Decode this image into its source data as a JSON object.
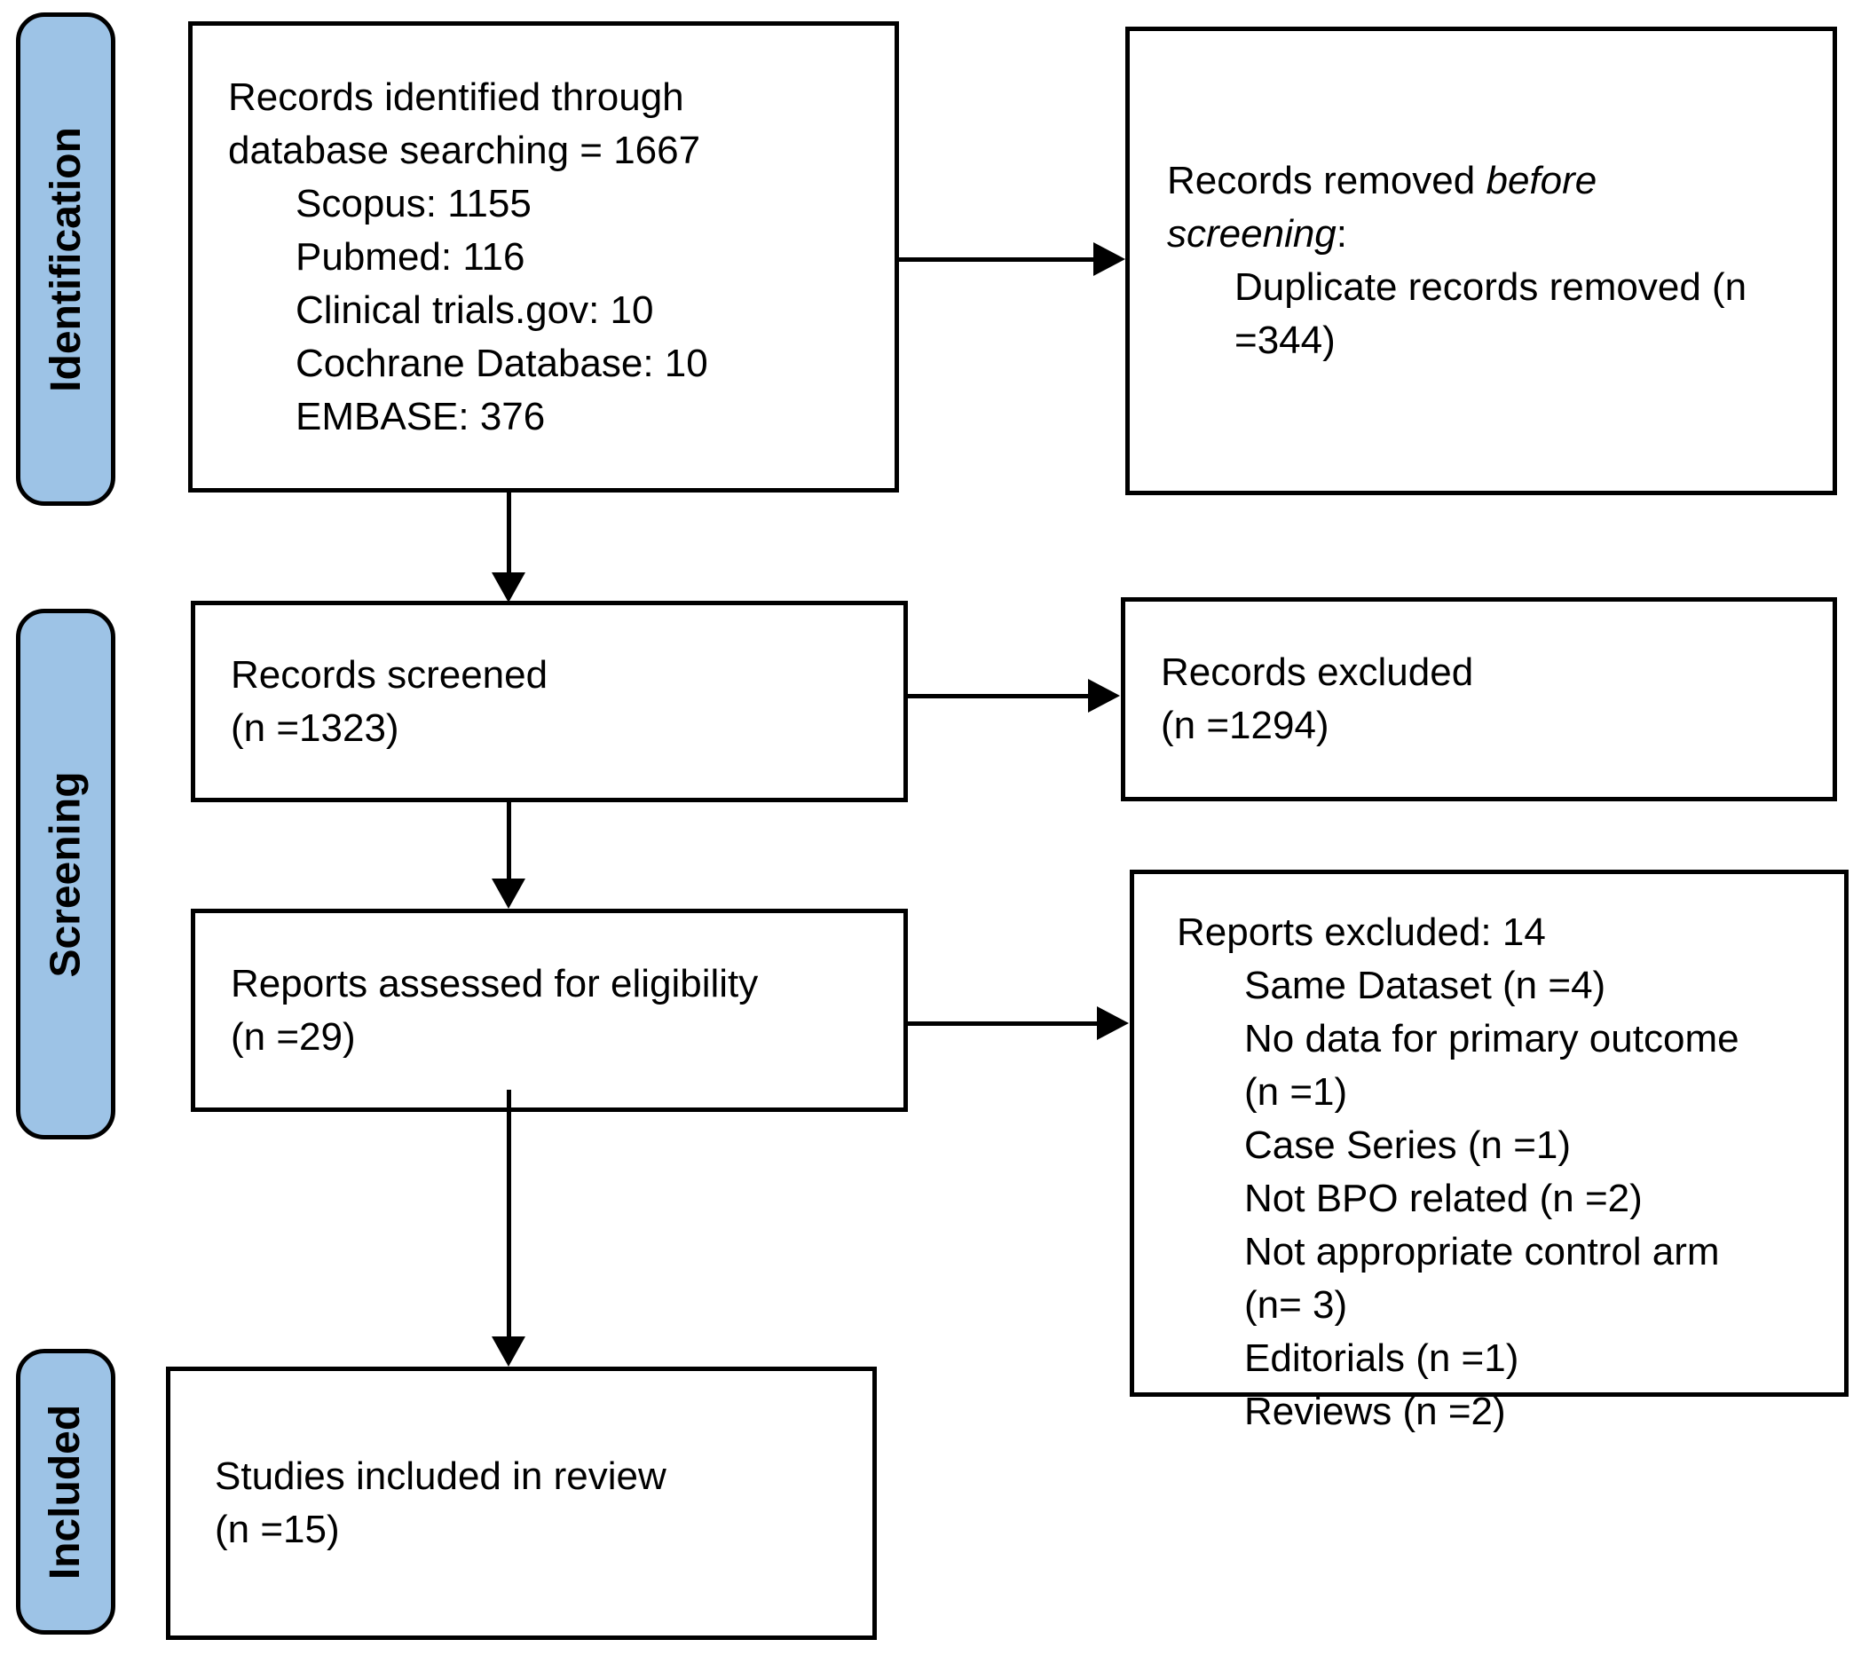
{
  "palette": {
    "stage_fill": "#9DC3E6",
    "line_color": "#000000",
    "box_fill": "#FFFFFF"
  },
  "stages": [
    {
      "label": "Identification"
    },
    {
      "label": "Screening"
    },
    {
      "label": "Included"
    }
  ],
  "boxes": {
    "identified": {
      "line1": "Records identified through",
      "line2": "database searching = 1667",
      "sources": [
        "Scopus: 1155",
        "Pubmed: 116",
        "Clinical trials.gov: 10",
        "Cochrane Database: 10",
        "EMBASE: 376"
      ]
    },
    "removed": {
      "title_plain": "Records removed ",
      "title_italic": "before screening",
      "title_suffix": ":",
      "reason": "Duplicate records removed (n =344)"
    },
    "screened": {
      "line1": "Records screened",
      "line2": "(n =1323)"
    },
    "records_excluded": {
      "line1": "Records excluded",
      "line2": "(n =1294)"
    },
    "assessed": {
      "line1": "Reports assessed for eligibility",
      "line2": "(n =29)"
    },
    "reports_excluded": {
      "title": "Reports excluded: 14",
      "reasons": [
        "Same Dataset (n =4)",
        "No data for primary outcome (n =1)",
        "Case Series (n =1)",
        "Not BPO related (n =2)",
        "Not appropriate control arm (n= 3)",
        "Editorials (n =1)",
        "Reviews (n =2)"
      ]
    },
    "included_studies": {
      "line1": "Studies included in review",
      "line2": "(n =15)"
    }
  }
}
